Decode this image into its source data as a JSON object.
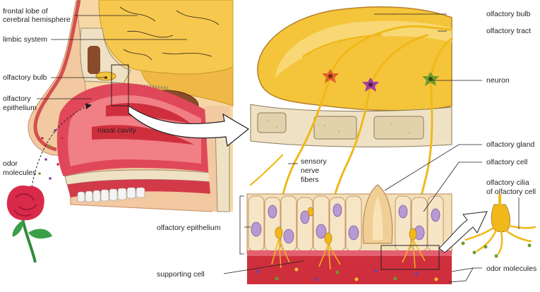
{
  "labels": {
    "frontal_lobe_1": "frontal lobe of",
    "frontal_lobe_2": "cerebral hemisphere",
    "limbic_system": "limbic system",
    "olfactory_bulb_left": "olfactory bulb",
    "olfactory_epithelium_left_1": "olfactory",
    "olfactory_epithelium_left_2": "epithelium",
    "nasal_cavity": "nasal cavity",
    "odor_molecules_left_1": "odor",
    "odor_molecules_left_2": "molecules",
    "olfactory_bulb_right": "olfactory bulb",
    "olfactory_tract": "olfactory tract",
    "neuron": "neuron",
    "olfactory_gland": "olfactory gland",
    "olfactory_cell": "olfactory cell",
    "olfactory_cilia_1": "olfactory cilia",
    "olfactory_cilia_2": "of olfactory cell",
    "sensory_nerve_fibers_1": "sensory",
    "sensory_nerve_fibers_2": "nerve",
    "sensory_nerve_fibers_3": "fibers",
    "olfactory_epithelium_center": "olfactory epithelium",
    "supporting_cell": "supporting cell",
    "odor_molecules_right": "odor molecules"
  },
  "colors": {
    "brain": "#f6c84e",
    "bulb": "#f4c43a",
    "bone": "#efe2c4",
    "mucosa": "#e0485a",
    "tissue_red": "#cf2f3d",
    "cell_body": "#f3dfb8",
    "nucleus": "#b79ad3",
    "neuron_orange": "#e0602b",
    "neuron_purple": "#a43d9c",
    "neuron_green": "#6f9a2c",
    "fiber": "#f0b81a",
    "rose": "#d92a4a",
    "stem": "#2e8b3a"
  }
}
